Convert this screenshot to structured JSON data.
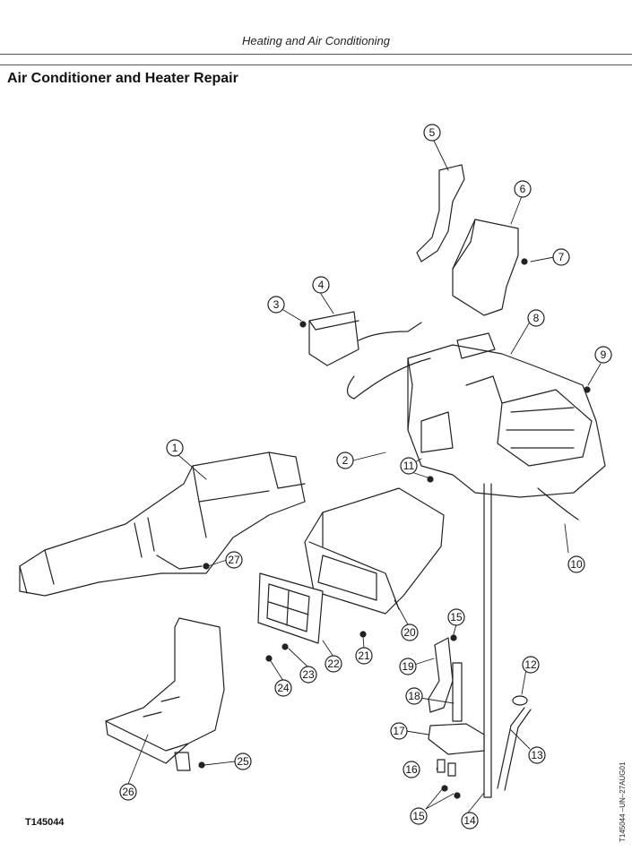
{
  "header": {
    "section_title": "Heating and Air Conditioning"
  },
  "page": {
    "title": "Air Conditioner and Heater Repair"
  },
  "figure": {
    "id": "T145044",
    "side_code": "T145044 –UN–27AUG01",
    "callouts": [
      "1",
      "2",
      "3",
      "4",
      "5",
      "6",
      "7",
      "8",
      "9",
      "10",
      "11",
      "12",
      "13",
      "14",
      "15",
      "15",
      "16",
      "17",
      "18",
      "19",
      "20",
      "21",
      "22",
      "23",
      "24",
      "25",
      "26",
      "27"
    ]
  },
  "colors": {
    "line": "#222222",
    "background": "#ffffff"
  }
}
